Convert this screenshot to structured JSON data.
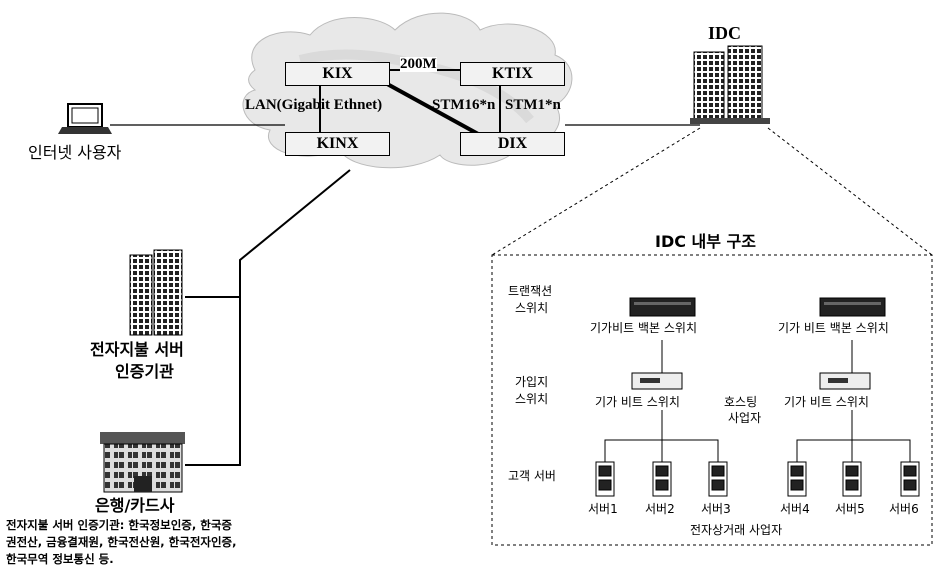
{
  "network": {
    "idc_label": "IDC",
    "nodes": {
      "kix": "KIX",
      "ktix": "KTIX",
      "kinx": "KINX",
      "dix": "DIX"
    },
    "links": {
      "lan": "LAN(Gigabit Ethnet)",
      "m200": "200M",
      "stm16": "STM16*n",
      "stm1": "STM1*n"
    }
  },
  "left": {
    "internet_user": "인터넷 사용자",
    "payment_server_line1": "전자지불 서버",
    "payment_server_line2": "인증기관",
    "bank": "은행/카드사",
    "footnote_line1": "전자지불 서버 인증기관: 한국정보인증, 한국증",
    "footnote_line2": "권전산, 금융결재원, 한국전산원, 한국전자인증,",
    "footnote_line3": "한국무역 정보통신 등."
  },
  "idc_detail": {
    "title": "IDC 내부 구조",
    "row_transaction_1": "트랜잭션",
    "row_transaction_2": "스위치",
    "row_access_1": "가입지",
    "row_access_2": "스위치",
    "row_customer": "고객 서버",
    "backbone_left": "기가비트 백본 스위치",
    "backbone_right": "기가 비트 백본 스위치",
    "access_left": "기가 비트 스위치",
    "access_right": "기가 비트 스위치",
    "hosting_1": "호스팅",
    "hosting_2": "사업자",
    "servers": [
      "서버1",
      "서버2",
      "서버3",
      "서버4",
      "서버5",
      "서버6"
    ],
    "ecommerce": "전자상거래 사업자"
  }
}
